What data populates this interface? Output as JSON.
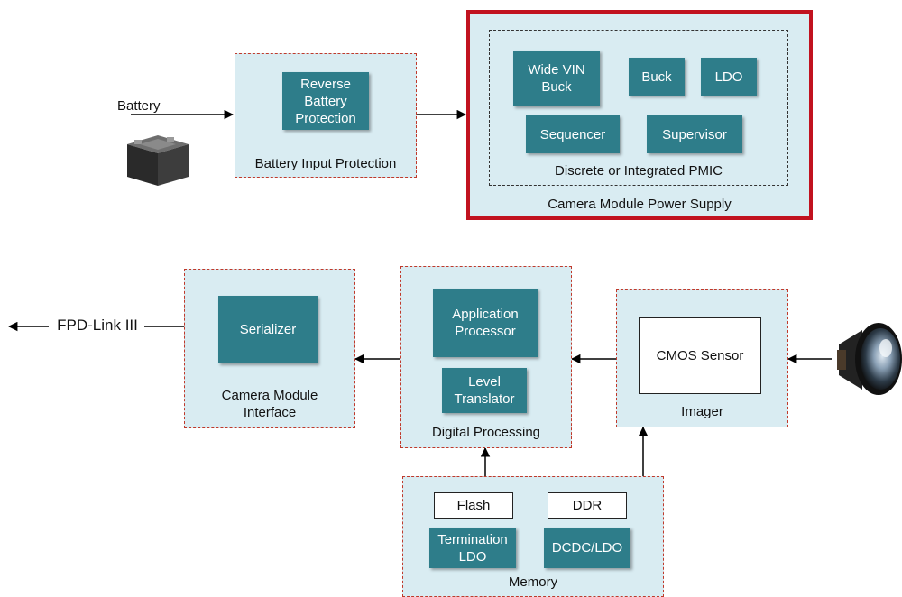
{
  "battery_section": {
    "battery_label": "Battery",
    "battery_input_protection": {
      "title": "Battery Input Protection",
      "reverse_battery_protection": "Reverse\nBattery\nProtection"
    }
  },
  "power_supply": {
    "title": "Camera Module Power Supply",
    "pmic": {
      "title": "Discrete or Integrated PMIC",
      "wide_vin_buck": "Wide VIN\nBuck",
      "buck": "Buck",
      "ldo": "LDO",
      "sequencer": "Sequencer",
      "supervisor": "Supervisor"
    }
  },
  "output": {
    "fpd_link": "FPD-Link III"
  },
  "camera_module_interface": {
    "title": "Camera Module\nInterface",
    "serializer": "Serializer"
  },
  "digital_processing": {
    "title": "Digital Processing",
    "application_processor": "Application\nProcessor",
    "level_translator": "Level\nTranslator"
  },
  "imager": {
    "title": "Imager",
    "cmos_sensor": "CMOS Sensor"
  },
  "memory": {
    "title": "Memory",
    "flash": "Flash",
    "ddr": "DDR",
    "termination_ldo": "Termination\nLDO",
    "dcdc_ldo": "DCDC/LDO"
  },
  "colors": {
    "group_fill": "#d9ecf2",
    "tile_fill": "#2e7d8a",
    "group_border": "#c0392b",
    "highlight_border": "#c1121f"
  },
  "icons": [
    "car-battery-icon",
    "camera-lens-icon"
  ]
}
